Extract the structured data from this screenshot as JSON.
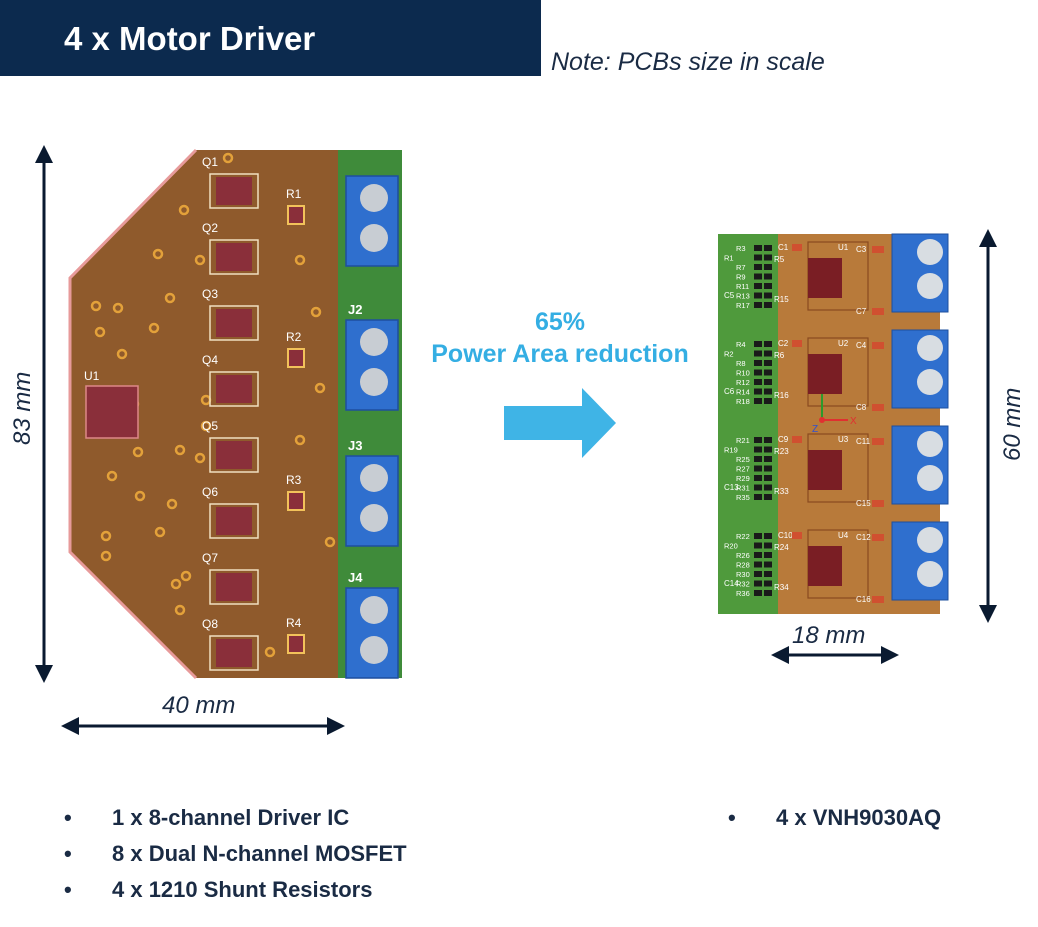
{
  "header": {
    "title": "4 x Motor Driver",
    "note": "Note: PCBs size in scale"
  },
  "left_board": {
    "height_label": "83 mm",
    "width_label": "40 mm",
    "ic_label": "U1",
    "mosfets": [
      "Q1",
      "Q2",
      "Q3",
      "Q4",
      "Q5",
      "Q6",
      "Q7",
      "Q8"
    ],
    "resistors": [
      "R1",
      "R2",
      "R3",
      "R4"
    ],
    "connectors": [
      "J2",
      "J3",
      "J4"
    ],
    "colors": {
      "copper": "#8f5a2c",
      "edge": "#e79a9a",
      "connector": "#2f6fce",
      "green": "#3f8b3a"
    }
  },
  "reduction": {
    "percent": "65%",
    "label": "Power Area reduction",
    "arrow_color": "#3fb4e6"
  },
  "right_board": {
    "height_label": "60 mm",
    "width_label": "18 mm",
    "channels": [
      {
        "u": "U1",
        "c_top": "C1",
        "c_right": "C3",
        "c_bottom": "C7",
        "c_left": "C5",
        "r": [
          "R3",
          "R1",
          "R7",
          "R9",
          "R11",
          "R13",
          "R17"
        ],
        "r_right": [
          "R5",
          "R15"
        ]
      },
      {
        "u": "U2",
        "c_top": "C2",
        "c_right": "C4",
        "c_bottom": "C8",
        "c_left": "C6",
        "r": [
          "R4",
          "R2",
          "R8",
          "R10",
          "R12",
          "R14",
          "R18"
        ],
        "r_right": [
          "R6",
          "R16"
        ]
      },
      {
        "u": "U3",
        "c_top": "C9",
        "c_right": "C11",
        "c_bottom": "C15",
        "c_left": "C13",
        "r": [
          "R21",
          "R19",
          "R25",
          "R27",
          "R29",
          "R31",
          "R35"
        ],
        "r_right": [
          "R23",
          "R33"
        ]
      },
      {
        "u": "U4",
        "c_top": "C10",
        "c_right": "C12",
        "c_bottom": "C16",
        "c_left": "C14",
        "r": [
          "R22",
          "R20",
          "R26",
          "R28",
          "R30",
          "R32",
          "R36"
        ],
        "r_right": [
          "R24",
          "R34"
        ]
      }
    ],
    "axis_labels": [
      "X",
      "Z"
    ]
  },
  "bullets_left": [
    "1 x 8-channel Driver IC",
    "8 x Dual N-channel MOSFET",
    "4 x 1210 Shunt Resistors"
  ],
  "bullets_right": [
    "4 x VNH9030AQ"
  ],
  "bullet_glyph": "•"
}
